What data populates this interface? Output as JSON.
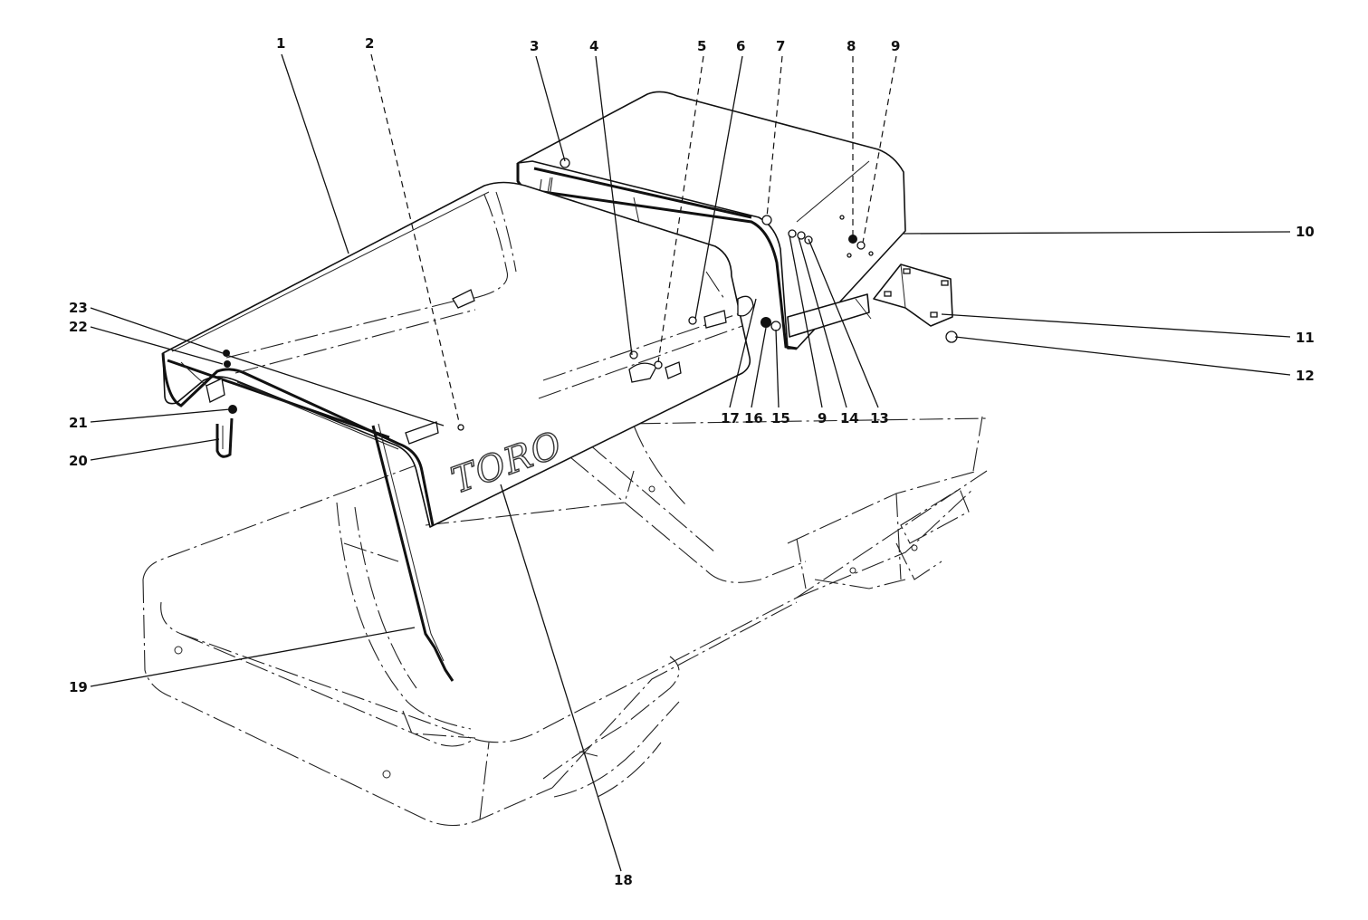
{
  "diagram": {
    "brand_label": "TORO",
    "callouts": {
      "c1": "1",
      "c2": "2",
      "c3": "3",
      "c4": "4",
      "c5": "5",
      "c6": "6",
      "c7": "7",
      "c8": "8",
      "c9a": "9",
      "c9b": "9",
      "c10": "10",
      "c11": "11",
      "c12": "12",
      "c13": "13",
      "c14": "14",
      "c15": "15",
      "c16": "16",
      "c17": "17",
      "c18": "18",
      "c19": "19",
      "c20": "20",
      "c21": "21",
      "c22": "22",
      "c23": "23"
    }
  }
}
